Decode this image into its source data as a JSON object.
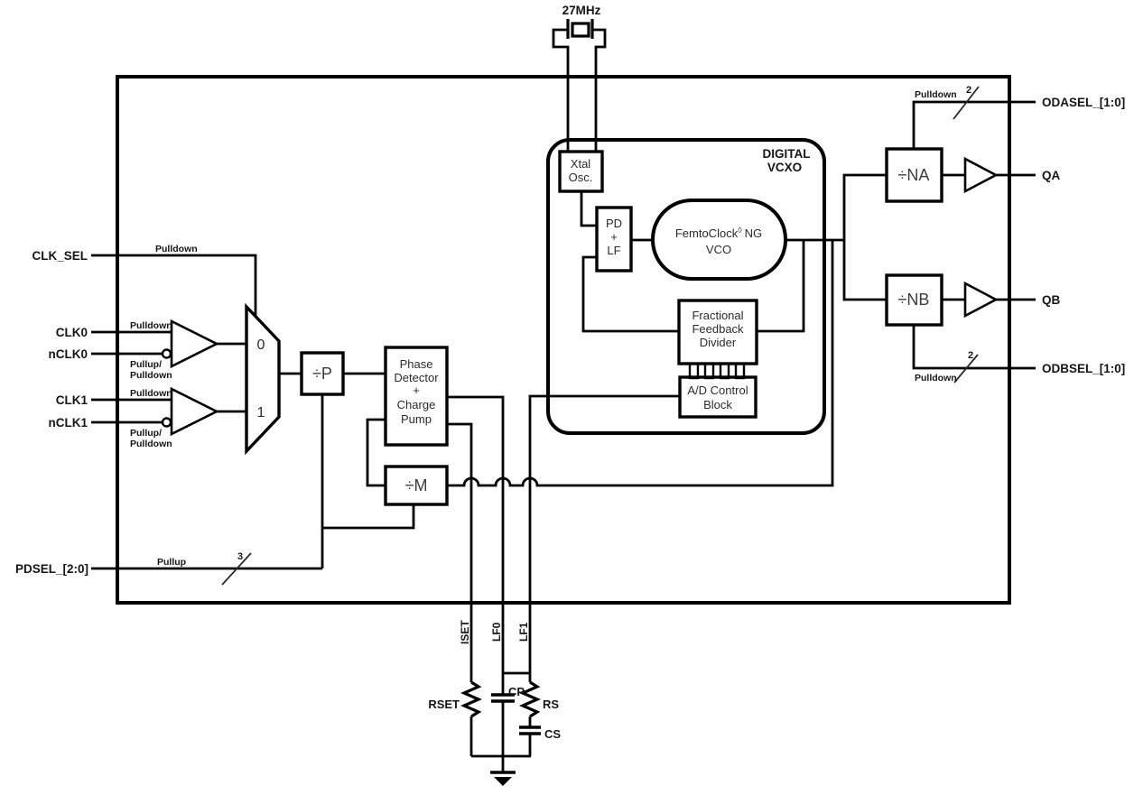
{
  "crystal": {
    "label": "27MHz"
  },
  "pins": {
    "left": {
      "clk_sel": {
        "label": "CLK_SEL",
        "bias": "Pulldown"
      },
      "clk0": {
        "label": "CLK0",
        "bias": "Pulldown"
      },
      "nclk0": {
        "label": "nCLK0",
        "bias1": "Pullup/",
        "bias2": "Pulldown"
      },
      "clk1": {
        "label": "CLK1",
        "bias": "Pulldown"
      },
      "nclk1": {
        "label": "nCLK1",
        "bias1": "Pullup/",
        "bias2": "Pulldown"
      },
      "pdsel": {
        "label": "PDSEL_[2:0]",
        "bias": "Pullup",
        "bus": "3"
      }
    },
    "right": {
      "odasel": {
        "label": "ODASEL_[1:0]",
        "bias": "Pulldown",
        "bus": "2"
      },
      "qa": {
        "label": "QA"
      },
      "qb": {
        "label": "QB"
      },
      "odbsel": {
        "label": "ODBSEL_[1:0]",
        "bias": "Pulldown",
        "bus": "2"
      }
    },
    "bottom": {
      "iset": {
        "label": "ISET"
      },
      "lf0": {
        "label": "LF0"
      },
      "lf1": {
        "label": "LF1"
      }
    }
  },
  "mux": {
    "in0": "0",
    "in1": "1"
  },
  "blocks": {
    "p_divider": {
      "label": "÷P"
    },
    "m_divider": {
      "label": "÷M"
    },
    "na_divider": {
      "label": "÷NA"
    },
    "nb_divider": {
      "label": "÷NB"
    },
    "phase_detector": {
      "l1": "Phase",
      "l2": "Detector",
      "l3": "+",
      "l4": "Charge",
      "l5": "Pump"
    },
    "xtal_osc": {
      "l1": "Xtal",
      "l2": "Osc."
    },
    "pd_lf": {
      "l1": "PD",
      "l2": "+",
      "l3": "LF"
    },
    "vco": {
      "name": "FemtoClock",
      "sup": "◊",
      "suffix": "NG",
      "l2": "VCO"
    },
    "feedback_divider": {
      "l1": "Fractional",
      "l2": "Feedback",
      "l3": "Divider"
    },
    "ad_control": {
      "l1": "A/D Control",
      "l2": "Block"
    },
    "vcxo": {
      "l1": "DIGITAL",
      "l2": "VCXO"
    }
  },
  "external_components": {
    "rset": "RSET",
    "cp": "CP",
    "rs": "RS",
    "cs": "CS"
  },
  "colors": {
    "line": "#000000",
    "text": "#161616",
    "background": "#ffffff"
  }
}
